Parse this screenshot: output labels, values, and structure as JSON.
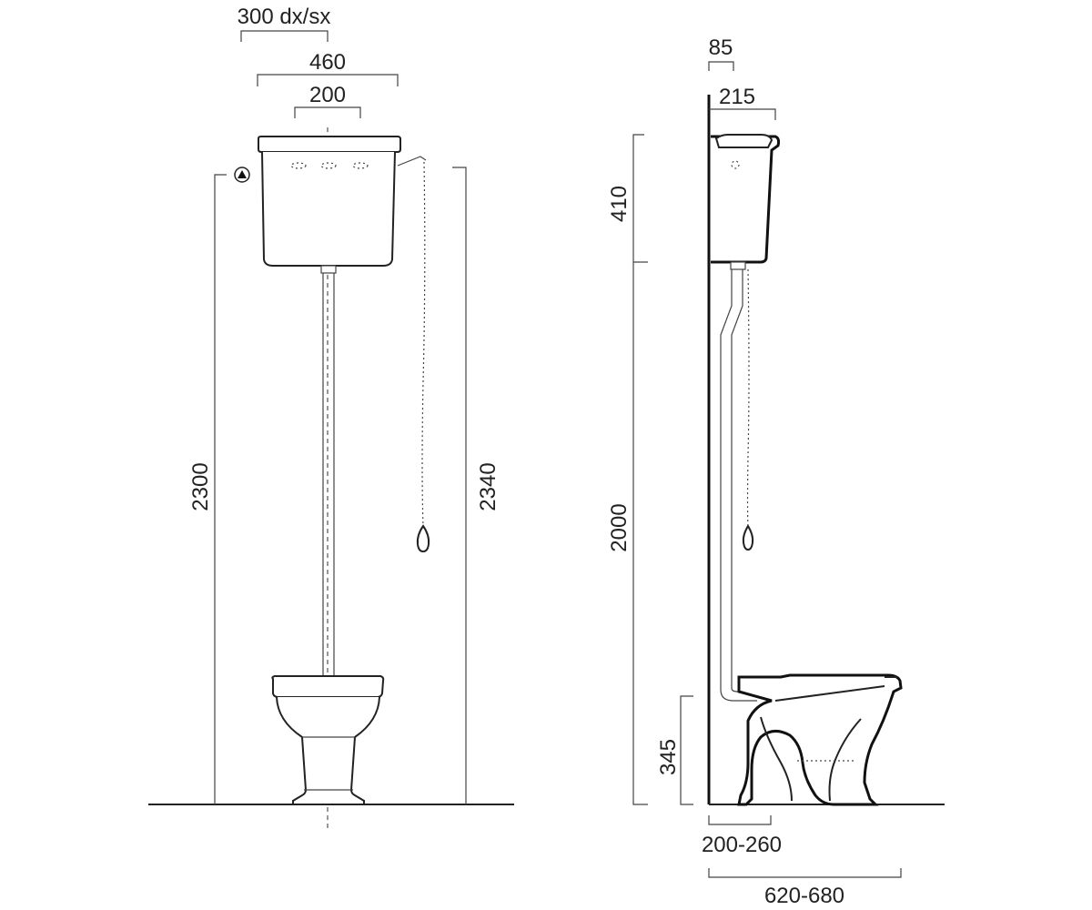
{
  "front_view": {
    "dim_offset": "300 dx/sx",
    "dim_cistern_width": "460",
    "dim_inner_width": "200",
    "dim_height_left": "2300",
    "dim_height_right": "2340"
  },
  "side_view": {
    "dim_top_offset": "85",
    "dim_cistern_depth": "215",
    "dim_cistern_height": "410",
    "dim_mount_height": "2000",
    "dim_pan_height": "345",
    "dim_outlet_range": "200-260",
    "dim_projection_range": "620-680"
  }
}
